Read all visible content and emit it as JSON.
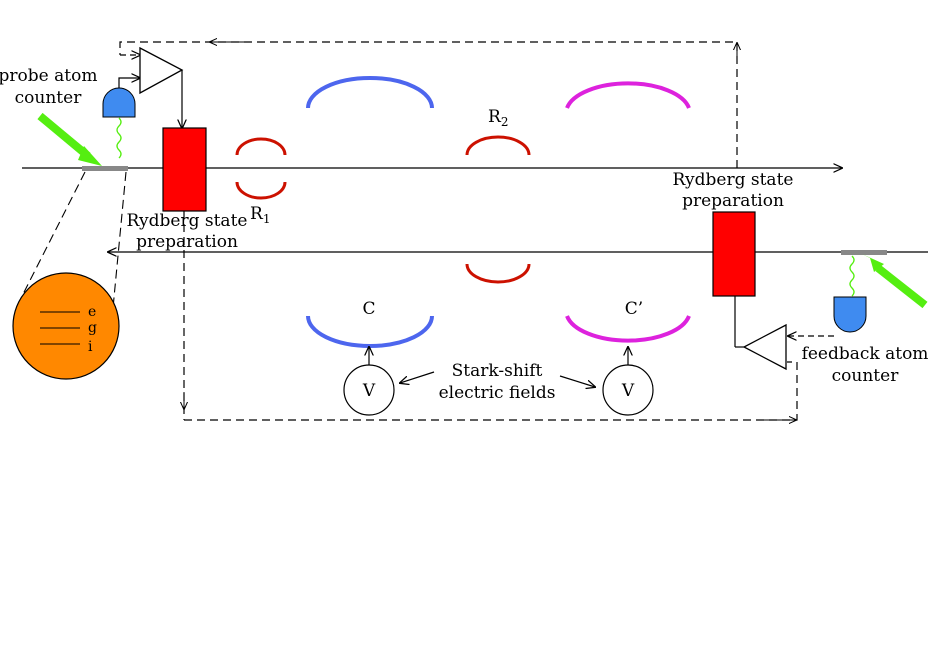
{
  "labels": {
    "probe_counter_line1": "probe atom",
    "probe_counter_line2": "counter",
    "feedback_counter_line1": "feedback atom",
    "feedback_counter_line2": "counter",
    "rydberg_left_line1": "Rydberg state",
    "rydberg_left_line2": "preparation",
    "rydberg_right_line1": "Rydberg state",
    "rydberg_right_line2": "preparation",
    "r1_letter": "R",
    "r1_sub": "1",
    "r2_letter": "R",
    "r2_sub": "2",
    "cavity_c": "C",
    "cavity_c_prime": "C’",
    "voltage_left": "V",
    "voltage_right": "V",
    "stark_line1": "Stark-shift",
    "stark_line2": "electric fields",
    "level_e": "e",
    "level_g": "g",
    "level_i": "i"
  },
  "colors": {
    "rydberg_box": "#ff0000",
    "ramsey_zone": "#cc1100",
    "cavity_c": "#4d66ee",
    "cavity_c_prime": "#dd22dd",
    "atom_circle": "#ff8800",
    "detector": "#3f8bf0",
    "laser": "#55ee11",
    "wavy_line": "#55ee11",
    "atom_bar": "#888888"
  },
  "icons": {
    "detector": "detector-icon",
    "amplifier": "amplifier-triangle-icon",
    "voltage_source": "voltage-source-icon",
    "laser": "laser-beam-icon"
  }
}
